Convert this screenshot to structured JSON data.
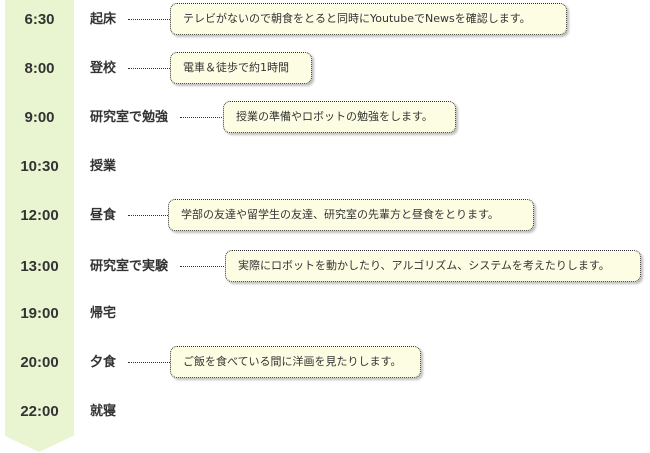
{
  "colors": {
    "timeline": "#e9f5d0",
    "bubble_background": "#fdfde4",
    "text": "#333333"
  },
  "schedule": [
    {
      "time": "6:30",
      "activity": "起床",
      "note": "テレビがないので朝食をとると同時にYoutubeでNewsを確認します。"
    },
    {
      "time": "8:00",
      "activity": "登校",
      "note": "電車＆徒歩で約1時間"
    },
    {
      "time": "9:00",
      "activity": "研究室で勉強",
      "note": "授業の準備やロボットの勉強をします。"
    },
    {
      "time": "10:30",
      "activity": "授業",
      "note": ""
    },
    {
      "time": "12:00",
      "activity": "昼食",
      "note": "学部の友達や留学生の友達、研究室の先輩方と昼食をとります。"
    },
    {
      "time": "13:00",
      "activity": "研究室で実験",
      "note": "実際にロボットを動かしたり、アルゴリズム、システムを考えたりします。"
    },
    {
      "time": "19:00",
      "activity": "帰宅",
      "note": ""
    },
    {
      "time": "20:00",
      "activity": "夕食",
      "note": "ご飯を食べている間に洋画を見たりします。"
    },
    {
      "time": "22:00",
      "activity": "就寝",
      "note": ""
    }
  ]
}
